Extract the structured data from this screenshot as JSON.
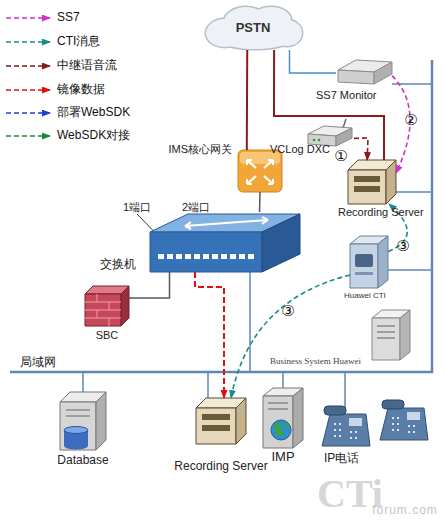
{
  "diagram": {
    "nodes": [
      {
        "text": [
          "PSTN"
        ]
      },
      {
        "text": [
          "SS7 Monitor"
        ]
      },
      {
        "text": [
          "VCLog DXC"
        ]
      },
      {
        "text": [
          "IMS核心网关"
        ]
      },
      {
        "text": [
          "Recording Server"
        ]
      },
      {
        "text": [
          "交换机"
        ]
      },
      {
        "text": [
          "Huawei CTI"
        ]
      },
      {
        "text": [
          "SBC"
        ]
      },
      {
        "text": [
          "Business System Huawei"
        ]
      },
      {
        "text": [
          "Database"
        ]
      },
      {
        "text": [
          "Recording Server"
        ]
      },
      {
        "text": [
          "IMP"
        ]
      },
      {
        "text": [
          "IP电话"
        ]
      }
    ],
    "edges": [
      {
        "from": 0,
        "to": 3,
        "arrow": "none"
      },
      {
        "from": 0,
        "to": 4,
        "arrow": "none"
      },
      {
        "from": 1,
        "to": 4,
        "arrow": "to",
        "label": "②"
      },
      {
        "from": 2,
        "to": 4,
        "arrow": "to",
        "label": "①"
      },
      {
        "from": 6,
        "to": 4,
        "arrow": "to",
        "label": "③"
      },
      {
        "from": 6,
        "to": 10,
        "arrow": "to",
        "label": "③"
      },
      {
        "from": 5,
        "to": 10,
        "arrow": "to"
      },
      {
        "from": 3,
        "to": 5,
        "arrow": "none"
      },
      {
        "from": 7,
        "to": 5,
        "arrow": "none"
      },
      {
        "from": 0,
        "to": 1,
        "arrow": "none"
      }
    ],
    "labels": [
      "1端口",
      "2端口",
      "局域网",
      "CTi",
      "forum.com"
    ],
    "legend": [
      {
        "text": "SS7"
      },
      {
        "text": "CTI消息"
      },
      {
        "text": "中继语音流"
      },
      {
        "text": "镜像数据"
      },
      {
        "text": "部署WebSDK"
      },
      {
        "text": "WebSDK对接"
      }
    ]
  }
}
